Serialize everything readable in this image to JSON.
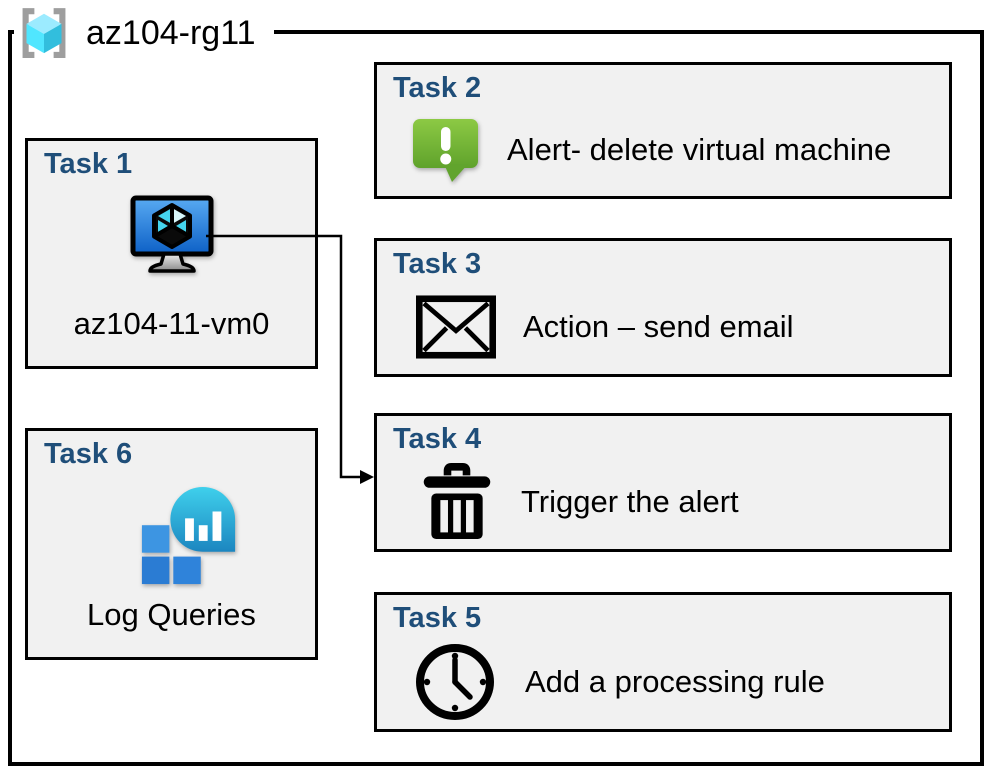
{
  "diagram": {
    "resource_group": {
      "label": "az104-rg11"
    },
    "tasks": [
      {
        "title": "Task 1",
        "label": "az104-11-vm0",
        "icon": "virtual-machine-icon"
      },
      {
        "title": "Task 2",
        "label": "Alert- delete virtual machine",
        "icon": "alert-speech-bubble-icon"
      },
      {
        "title": "Task 3",
        "label": "Action – send email",
        "icon": "email-envelope-icon"
      },
      {
        "title": "Task 4",
        "label": "Trigger the alert",
        "icon": "trash-can-icon"
      },
      {
        "title": "Task 5",
        "label": "Add a processing rule",
        "icon": "clock-icon"
      },
      {
        "title": "Task 6",
        "label": "Log Queries",
        "icon": "log-analytics-icon"
      }
    ],
    "connector": {
      "from": "Task 1 virtual machine",
      "to": "Task 4"
    },
    "colors": {
      "task_title_blue": "#1F4E79",
      "box_fill": "#F1F1F1",
      "box_border": "#000000",
      "alert_green_light": "#8CC944",
      "alert_green_dark": "#5FA22B",
      "vm_screen_light": "#58AAF2",
      "vm_screen_dark": "#0D60C6",
      "log_bubble_light": "#3FD0EC",
      "log_bubble_dark": "#1C86C0",
      "log_square_light": "#3D95E2",
      "log_square_dark": "#2B7CD3",
      "rg_cube_top": "#9CEBFF",
      "rg_cube_left": "#50E6FF",
      "rg_cube_right": "#32BEDD",
      "rg_brackets": "#9E9E9E"
    }
  }
}
